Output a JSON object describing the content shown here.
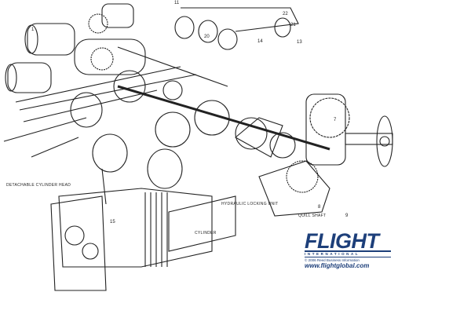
{
  "labels": {
    "cylinder_head": "Detachable cylinder head",
    "hydraulic_unit": "Hydraulic locking unit",
    "quill_shaft": "Quill shaft",
    "cylinder": "Cylinder"
  },
  "numbers": [
    "1",
    "15",
    "20",
    "21",
    "22",
    "13",
    "14",
    "8",
    "9",
    "7",
    "11"
  ],
  "logo": {
    "brand": "FLIGHT",
    "sub": "INTERNATIONAL",
    "copyright": "© 2006 Reed Business Information",
    "url": "www.flightglobal.com"
  }
}
